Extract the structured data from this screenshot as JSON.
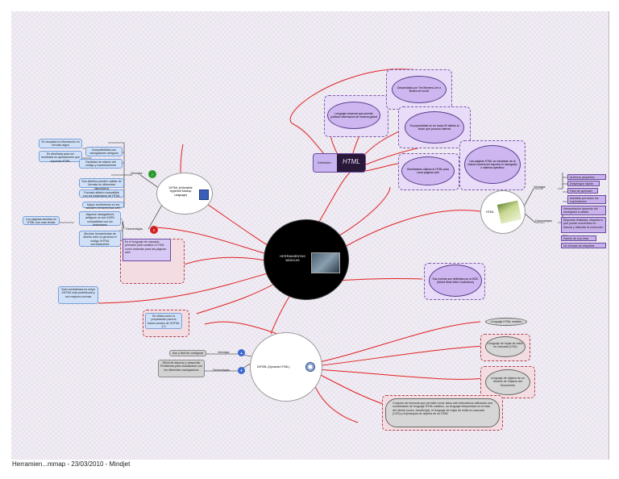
{
  "central": {
    "title": "HERRAMIENTAS BÁSICAS"
  },
  "xhtml": {
    "title": "XHTML (eXtensible Hypertext Markup Language)",
    "ventajas_label": "Ventajas",
    "desventajas_label": "Desventajas",
    "ventajas": [
      "Se visualiza la información en l'ormato algún",
      "Es diseñada para ser mostrada en aplicaciones que soportan HTML",
      "Compatibilidad con navegadores antiguos",
      "Facilidad de edición del código y mantenimiento",
      "Sus diseños pueden validar de l'ormato en diferentes dispositivos",
      "Formato abierto compatible con los estándares de HTML",
      "Mayor rendimiento en los actuales herramientas web"
    ],
    "desventajas": [
      "Los páginas escritas en HTML son más lentas",
      "Algunos navegadores antiguos no son 100% compatibles con los estándares",
      "Muchas herramientas de diseño web no generan el código XHTML correctamente"
    ],
    "note_lenguaje": "Es el lenguaje de marcado pensado para sustituir a HTML como estándar para las páginas web",
    "note_profesional": "Todo considerara es mejor XHTML más profesional y con mejores normas",
    "note_version": "Se utiliza como la preparación para la futura versión de XHTML 2.0"
  },
  "html": {
    "title": "HTML",
    "definition_label": "Definición",
    "note_lenguaje": "Lenguaje universal que permite publicar información de manera global",
    "note_desarrollado": "Desarrollado por Tim Berners-Lee a finales de los 80",
    "note_popularidad": "Su popularidad se vio hacia 90 debido al boom que provoca Internet",
    "note_diseñadores": "Diseñadores utilizan el HTML para crear páginas web",
    "note_paginas": "Las páginas HTML se visualizan de la misma manera sin importar el navegador o sistema operativo",
    "note_normas": "Sus normas son definidas por la W3C (World Wide Web Consortium)",
    "ventajas_label": "Ventajas",
    "desventajas_label": "Desventajas",
    "ventajas": [
      "Archivos pequeños",
      "Despliegue rápido",
      "Fácil de aprender",
      "Admitido por todos los exploradores"
    ],
    "desventajas": [
      "Interpretación depende del navegador a utilizar",
      "Etiquetas limitadas, etiqueta lo que puede convertirse en basura y dificultar la corrección",
      "Diseño de una letra",
      "No formato de etiquetas"
    ]
  },
  "dhtml": {
    "title": "DHTML (Dynamic HTML)",
    "ventajas_label": "Ventajas",
    "desventajas_label": "Desventajas",
    "ventajas": [
      "Uso y fácil de configurar"
    ],
    "desventajas": [
      "Difícil de depurar y desarrollo Problemas para visualizarse con los diferentes navegadores"
    ],
    "items": [
      "Lenguaje HTML estático",
      "Lenguaje de hojas de estilo en cascada (CSS)",
      "Lenguaje de objetos de un Modelo de Objetos del Documento"
    ],
    "note_conjunto": "Conjunto de técnicas que permiten crear sitios web interactivos utilizando una combinación de lenguaje HTML estático, un lenguaje interpretado en el lado del cliente (como JavaScript), el lenguaje de hojas de estilo en cascada (CSS) y la jerarquía de objetos de un DOM."
  },
  "footer": {
    "text": "Herramien...mmap - 23/03/2010 - Mindjet"
  },
  "colors": {
    "link": "#e02020",
    "branch_line": "#222222",
    "bubble": "#ceb6f0",
    "blue_box": "#cfe0f8"
  }
}
